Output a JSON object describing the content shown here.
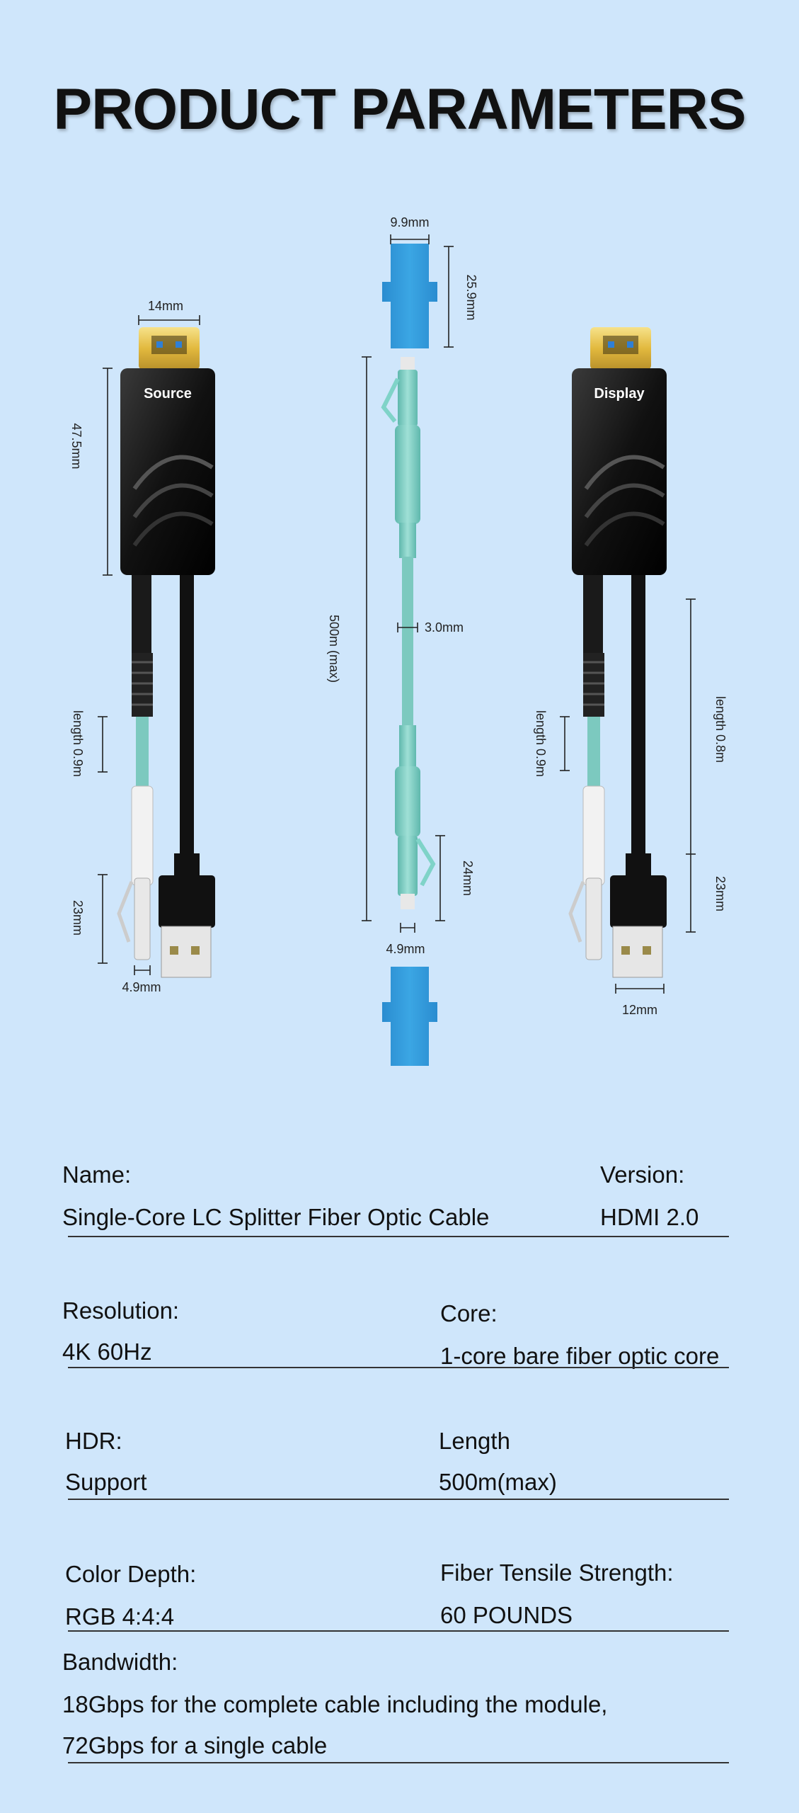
{
  "header": {
    "title": "PRODUCT PARAMETERS"
  },
  "diagram": {
    "source_label": "Source",
    "display_label": "Display",
    "dims": {
      "hdmi_width": "14mm",
      "source_body_height": "47.5mm",
      "source_length": "length 0.9m",
      "source_lc_height": "23mm",
      "source_lc_width": "4.9mm",
      "lc_width_top": "9.9mm",
      "lc_height_top": "25.9mm",
      "fiber_length": "500m (max)",
      "fiber_diameter": "3.0mm",
      "lc_height_bottom": "24mm",
      "lc_width_bottom": "4.9mm",
      "display_length_fiber": "length 0.9m",
      "display_length_usb": "length 0.8m",
      "display_usb_height": "23mm",
      "display_usb_width": "12mm"
    },
    "colors": {
      "background": "#cfe6fb",
      "module_body": "#111111",
      "hdmi_gold": "#e8c44a",
      "usb_port": "#2f7fd6",
      "fiber": "#7cc9bf",
      "lc_connector": "#7fd3c8",
      "lc_coupler": "#2f9ad8"
    }
  },
  "params": {
    "name_label": "Name:",
    "name_value": "Single-Core LC Splitter Fiber Optic Cable",
    "version_label": "Version:",
    "version_value": "HDMI 2.0",
    "resolution_label": "Resolution:",
    "resolution_value": "4K 60Hz",
    "core_label": "Core:",
    "core_value": "1-core bare fiber optic core",
    "hdr_label": "HDR:",
    "hdr_value": "Support",
    "length_label": "Length",
    "length_value": "500m(max)",
    "color_depth_label": "Color Depth:",
    "color_depth_value": "RGB 4:4:4",
    "tensile_label": "Fiber Tensile Strength:",
    "tensile_value": "60 POUNDS",
    "bandwidth_label": "Bandwidth:",
    "bandwidth_line1": "18Gbps for the complete cable including the module,",
    "bandwidth_line2": "72Gbps for a single cable"
  }
}
